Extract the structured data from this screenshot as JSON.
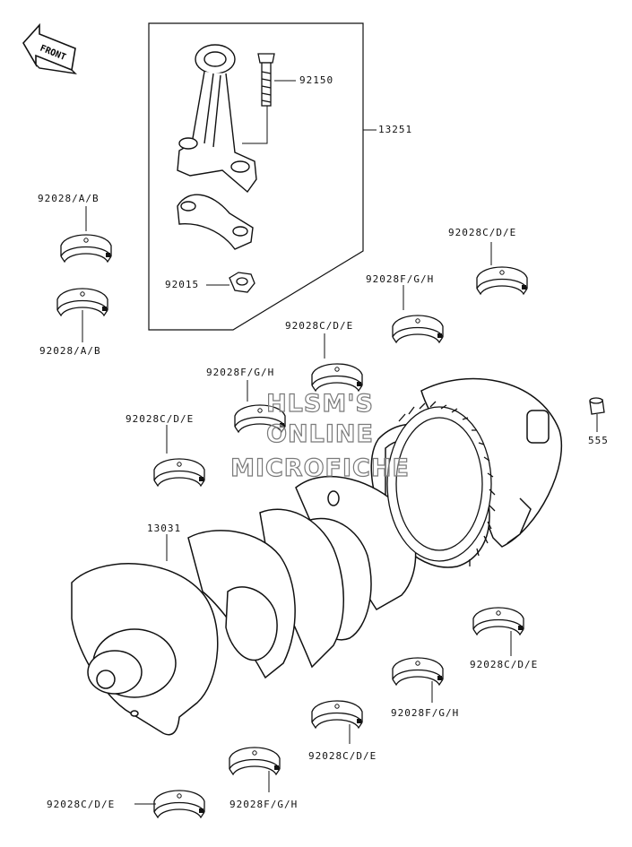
{
  "front_arrow": {
    "label": "FRONT",
    "icon": "front-arrow-icon"
  },
  "watermark": {
    "line1": "HLSM'S",
    "line2": "ONLINE",
    "line3": "MICROFICHE"
  },
  "labels": {
    "rod_bolt": "92150",
    "rod_assy": "13251",
    "rod_bearing_upper": "92028/A/B",
    "rod_bearing_lower": "92028/A/B",
    "rod_nut": "92015",
    "bearing_cde_top_right": "92028C/D/E",
    "bearing_fgh_upper": "92028F/G/H",
    "bearing_cde_center": "92028C/D/E",
    "bearing_fgh_left": "92028F/G/H",
    "bearing_cde_left": "92028C/D/E",
    "pin": "555",
    "crankshaft": "13031",
    "bearing_cde_lower_right": "92028C/D/E",
    "bearing_fgh_lower": "92028F/G/H",
    "bearing_cde_lower_mid": "92028C/D/E",
    "bearing_fgh_bottom": "92028F/G/H",
    "bearing_cde_bottom_left": "92028C/D/E"
  },
  "colors": {
    "line": "#111111",
    "paper": "#ffffff",
    "watermark_outline": "#7a7a7a"
  }
}
